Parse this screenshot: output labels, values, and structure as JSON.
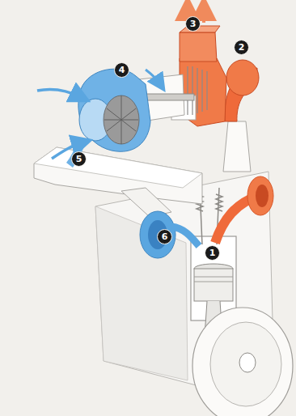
{
  "diagram": {
    "labels": [
      "3",
      "2",
      "4",
      "5",
      "6",
      "1"
    ]
  }
}
